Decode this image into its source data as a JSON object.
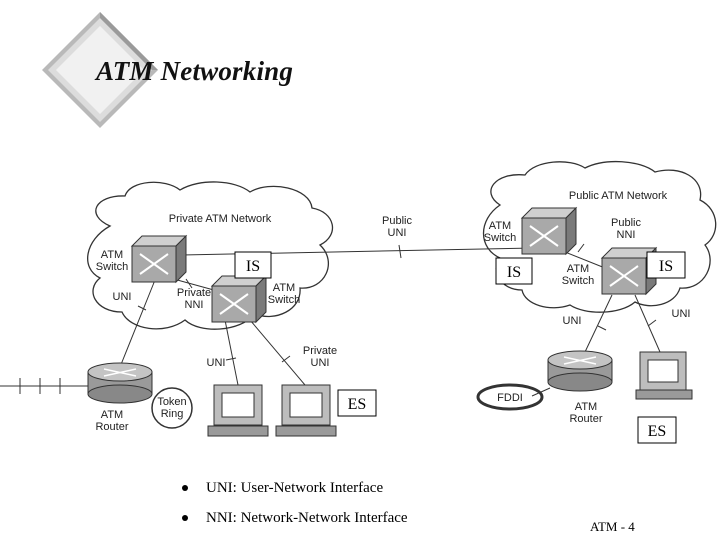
{
  "slide": {
    "title": "ATM Networking",
    "bullets": [
      "UNI: User-Network Interface",
      "NNI: Network-Network Interface"
    ],
    "footer": "ATM - 4"
  },
  "diagram": {
    "private_cloud_label": "Private ATM Network",
    "public_cloud_label": "Public ATM Network",
    "public_uni": [
      "Public",
      "UNI"
    ],
    "private_nni": [
      "Private",
      "NNI"
    ],
    "public_nni": [
      "Public",
      "NNI"
    ],
    "private_uni": [
      "Private",
      "UNI"
    ],
    "atm_switch": [
      "ATM",
      "Switch"
    ],
    "atm_router": [
      "ATM",
      "Router"
    ],
    "token_ring": [
      "Token",
      "Ring"
    ],
    "fddi": "FDDI",
    "uni": "UNI",
    "is_box": "IS",
    "es_box": "ES"
  }
}
